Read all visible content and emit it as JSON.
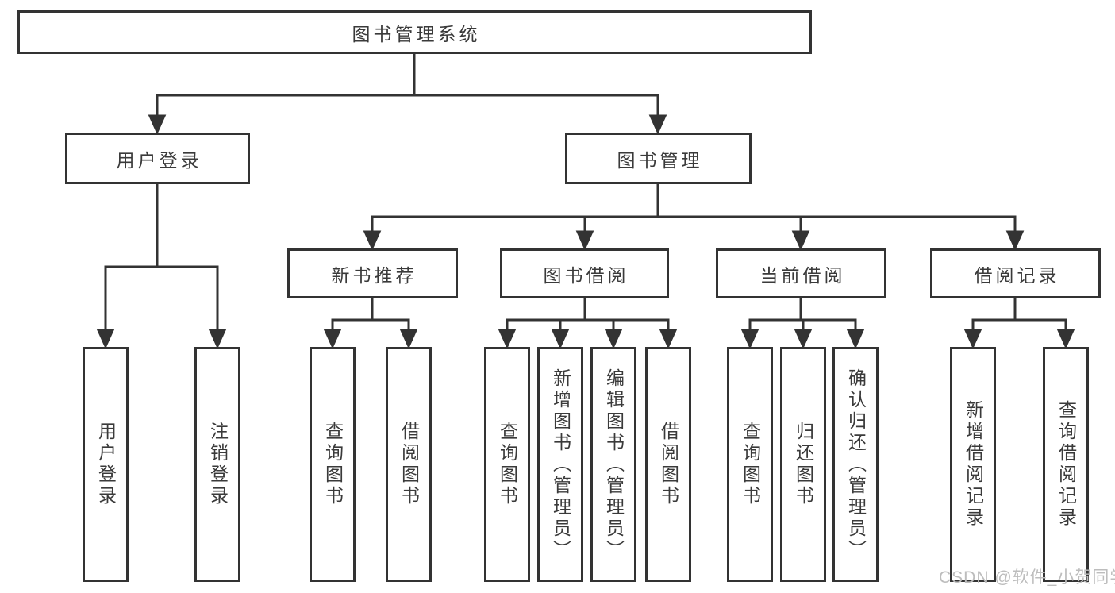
{
  "tree": {
    "root": "图书管理系统",
    "branches": [
      {
        "label": "用户登录",
        "leaves": [
          "用户登录",
          "注销登录"
        ]
      },
      {
        "label": "图书管理",
        "groups": [
          {
            "label": "新书推荐",
            "leaves": [
              "查询图书",
              "借阅图书"
            ]
          },
          {
            "label": "图书借阅",
            "leaves": [
              "查询图书",
              "新增图书（管理员）",
              "编辑图书（管理员）",
              "借阅图书"
            ]
          },
          {
            "label": "当前借阅",
            "leaves": [
              "查询图书",
              "归还图书",
              "确认归还（管理员）"
            ]
          },
          {
            "label": "借阅记录",
            "leaves": [
              "新增借阅记录",
              "查询借阅记录"
            ]
          }
        ]
      }
    ]
  },
  "watermark": {
    "text": "CSDN @软件_小贺同学"
  },
  "colors": {
    "line": "#333333",
    "text": "#3a3a3a",
    "watermark": "#bdbdbd",
    "background": "#ffffff"
  }
}
